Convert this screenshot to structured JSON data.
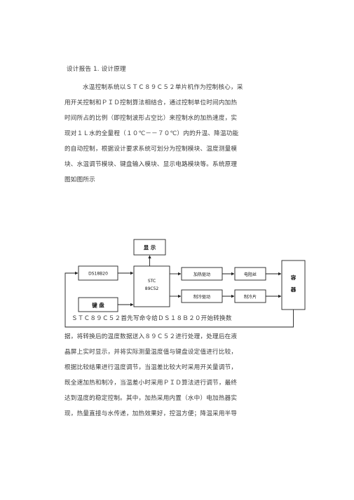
{
  "heading": "设计报告 1. 设计原理",
  "paragraph1": [
    "水温控制系统以ＳＴＣ８９Ｃ５２单片机作为控制核心，采",
    "用开关控制和ＰＩＤ控制算法相结合，通过控制单位时间内加热",
    "时间所占的比例（即控制波形占空比）来控制水的加热速度，实",
    "现对１Ｌ水的全量程（１０℃－－７０℃）内的升温、降温功能",
    "的自动控制，根据设计要求系统可划分为控制模块、温度测量模",
    "块、水温调节模块、键盘输入模块、显示电路模块等。系统原理",
    "图如图所示"
  ],
  "diagram": {
    "display": "显  示",
    "sensor": "DS18B20",
    "mcu_line1": "STC",
    "mcu_line2": "89C52",
    "keyboard": "键  盘",
    "heat_drive": "加热驱动",
    "heater": "电阻丝",
    "cool_drive": "制冷驱动",
    "cooler": "制冷片",
    "container": "容  器"
  },
  "paragraph2": [
    "ＳＴＣ８９Ｃ５２首先写命令给ＤＳ１８Ｂ２０开始转换数",
    "据，将转换后的温度数据送入８９Ｃ５２进行处理，处理后在液",
    "晶屏上实时显示，并将实际测量温度值与键盘设定值进行比较，",
    "根据比较结果进行温度调节，当温差比较大时采用开关量调节，",
    "既全速加热和制冷，当温差小时采用ＰＩＤ算法进行调节，最终",
    "达到温度的稳定控制。其中，加热采用内置（水中）电加热器实",
    "现，热量直接与水传递，加热效果好，控温方便；降温采用半导"
  ]
}
